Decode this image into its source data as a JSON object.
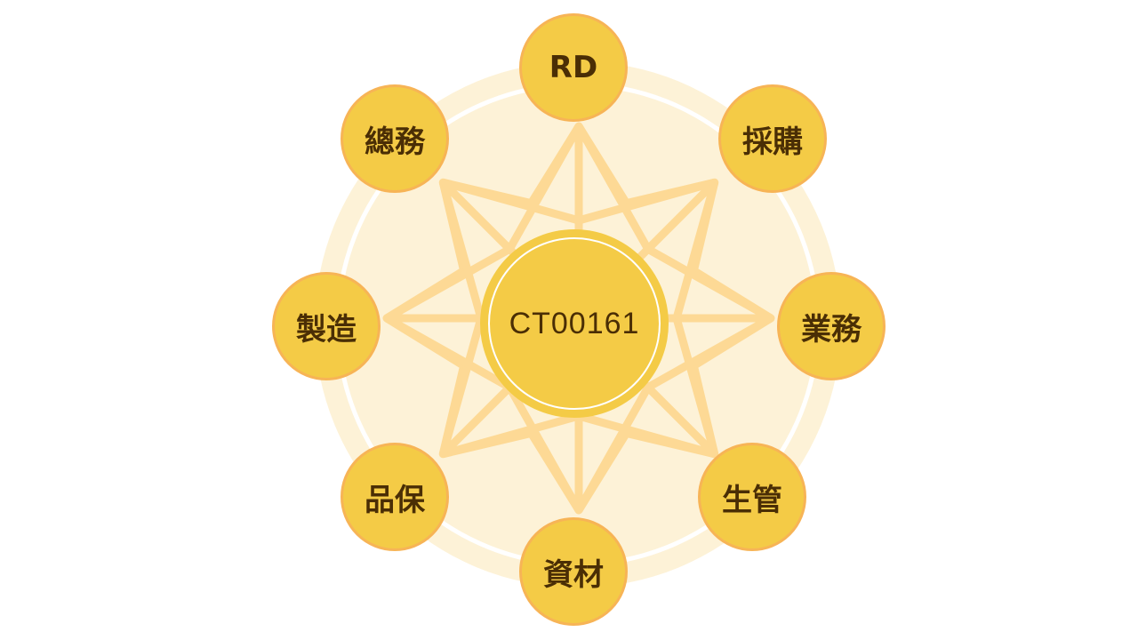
{
  "center": {
    "label": "CT00161"
  },
  "nodes": [
    {
      "label": "RD"
    },
    {
      "label": "採購"
    },
    {
      "label": "業務"
    },
    {
      "label": "生管"
    },
    {
      "label": "資材"
    },
    {
      "label": "品保"
    },
    {
      "label": "製造"
    },
    {
      "label": "總務"
    }
  ],
  "colors": {
    "background_disc": "#fdf2d7",
    "star": "#fdd995",
    "node": "#f4cb46",
    "node_border": "#f7b456",
    "text": "#4a2e05"
  }
}
